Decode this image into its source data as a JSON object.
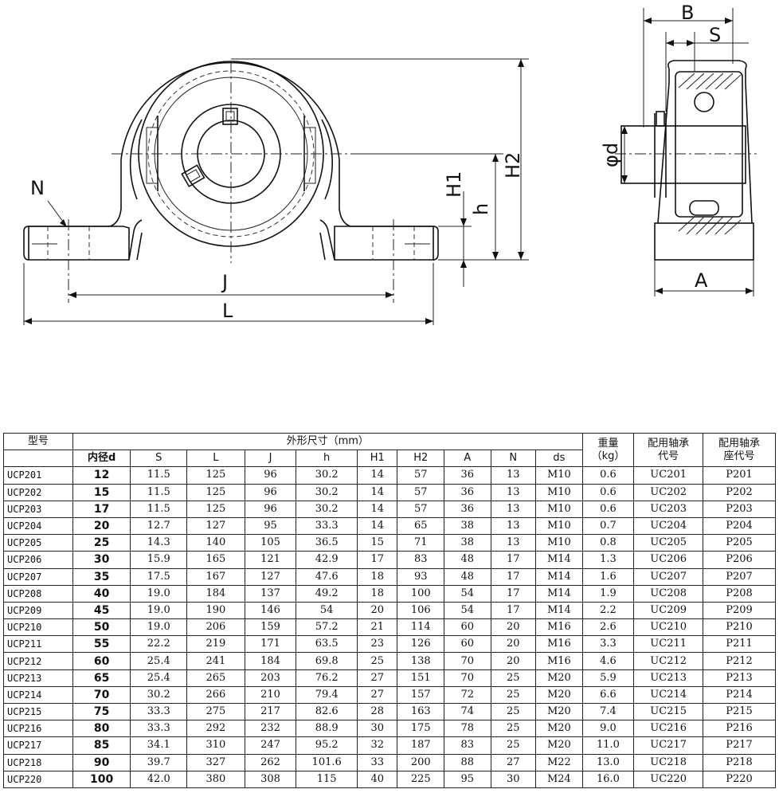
{
  "drawing": {
    "labels": {
      "N": "N",
      "J": "J",
      "L": "L",
      "H1": "H1",
      "h": "h",
      "H2": "H2",
      "B": "B",
      "S": "S",
      "A": "A",
      "d": "φd"
    }
  },
  "table": {
    "headers": {
      "model": "型号",
      "dimensions_group": "外形尺寸（mm）",
      "weight": "重量",
      "weight_unit": "（kg）",
      "bearing_code_1": "配用轴承",
      "bearing_code_2": "代号",
      "housing_code_1": "配用轴承",
      "housing_code_2": "座代号",
      "bore": "内径d",
      "S": "S",
      "L": "L",
      "J": "J",
      "h": "h",
      "H1": "H1",
      "H2": "H2",
      "A": "A",
      "N": "N",
      "ds": "ds"
    },
    "rows": [
      [
        "UCP201",
        "12",
        "11.5",
        "125",
        "96",
        "30.2",
        "14",
        "57",
        "36",
        "13",
        "M10",
        "0.6",
        "UC201",
        "P201"
      ],
      [
        "UCP202",
        "15",
        "11.5",
        "125",
        "96",
        "30.2",
        "14",
        "57",
        "36",
        "13",
        "M10",
        "0.6",
        "UC202",
        "P202"
      ],
      [
        "UCP203",
        "17",
        "11.5",
        "125",
        "96",
        "30.2",
        "14",
        "57",
        "36",
        "13",
        "M10",
        "0.6",
        "UC203",
        "P203"
      ],
      [
        "UCP204",
        "20",
        "12.7",
        "127",
        "95",
        "33.3",
        "14",
        "65",
        "38",
        "13",
        "M10",
        "0.7",
        "UC204",
        "P204"
      ],
      [
        "UCP205",
        "25",
        "14.3",
        "140",
        "105",
        "36.5",
        "15",
        "71",
        "38",
        "13",
        "M10",
        "0.8",
        "UC205",
        "P205"
      ],
      [
        "UCP206",
        "30",
        "15.9",
        "165",
        "121",
        "42.9",
        "17",
        "83",
        "48",
        "17",
        "M14",
        "1.3",
        "UC206",
        "P206"
      ],
      [
        "UCP207",
        "35",
        "17.5",
        "167",
        "127",
        "47.6",
        "18",
        "93",
        "48",
        "17",
        "M14",
        "1.6",
        "UC207",
        "P207"
      ],
      [
        "UCP208",
        "40",
        "19.0",
        "184",
        "137",
        "49.2",
        "18",
        "100",
        "54",
        "17",
        "M14",
        "1.9",
        "UC208",
        "P208"
      ],
      [
        "UCP209",
        "45",
        "19.0",
        "190",
        "146",
        "54",
        "20",
        "106",
        "54",
        "17",
        "M14",
        "2.2",
        "UC209",
        "P209"
      ],
      [
        "UCP210",
        "50",
        "19.0",
        "206",
        "159",
        "57.2",
        "21",
        "114",
        "60",
        "20",
        "M16",
        "2.6",
        "UC210",
        "P210"
      ],
      [
        "UCP211",
        "55",
        "22.2",
        "219",
        "171",
        "63.5",
        "23",
        "126",
        "60",
        "20",
        "M16",
        "3.3",
        "UC211",
        "P211"
      ],
      [
        "UCP212",
        "60",
        "25.4",
        "241",
        "184",
        "69.8",
        "25",
        "138",
        "70",
        "20",
        "M16",
        "4.6",
        "UC212",
        "P212"
      ],
      [
        "UCP213",
        "65",
        "25.4",
        "265",
        "203",
        "76.2",
        "27",
        "151",
        "70",
        "25",
        "M20",
        "5.9",
        "UC213",
        "P213"
      ],
      [
        "UCP214",
        "70",
        "30.2",
        "266",
        "210",
        "79.4",
        "27",
        "157",
        "72",
        "25",
        "M20",
        "6.6",
        "UC214",
        "P214"
      ],
      [
        "UCP215",
        "75",
        "33.3",
        "275",
        "217",
        "82.6",
        "28",
        "163",
        "74",
        "25",
        "M20",
        "7.4",
        "UC215",
        "P215"
      ],
      [
        "UCP216",
        "80",
        "33.3",
        "292",
        "232",
        "88.9",
        "30",
        "175",
        "78",
        "25",
        "M20",
        "9.0",
        "UC216",
        "P216"
      ],
      [
        "UCP217",
        "85",
        "34.1",
        "310",
        "247",
        "95.2",
        "32",
        "187",
        "83",
        "25",
        "M20",
        "11.0",
        "UC217",
        "P217"
      ],
      [
        "UCP218",
        "90",
        "39.7",
        "327",
        "262",
        "101.6",
        "33",
        "200",
        "88",
        "27",
        "M22",
        "13.0",
        "UC218",
        "P218"
      ],
      [
        "UCP220",
        "100",
        "42.0",
        "380",
        "308",
        "115",
        "40",
        "225",
        "95",
        "30",
        "M24",
        "16.0",
        "UC220",
        "P220"
      ]
    ]
  }
}
